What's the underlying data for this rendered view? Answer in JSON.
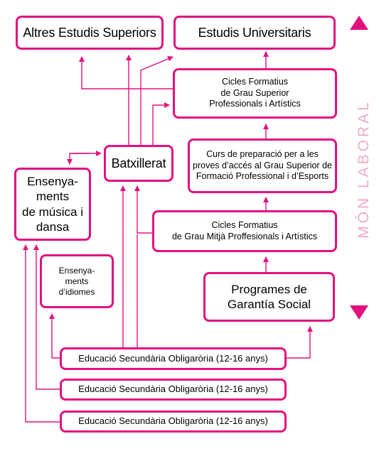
{
  "colors": {
    "accent": "#e3117f",
    "side_label": "#f0a8c8"
  },
  "boxes": {
    "altres": "Altres Estudis Superiors",
    "universitaris": "Estudis Universitaris",
    "cfgs": "Cicles Formatius\nde Grau Superior\nProfessionals i Artístics",
    "curs": "Curs de preparació per a les\nproves d’accés al Grau Superior de\nFormació Professional i d’Esports",
    "batxillerat": "Batxillerat",
    "musica": "Ensenya-\nments\nde música i\ndansa",
    "cfgm": "Cicles Formatius\nde Grau Mitjà Proffesionals i Artístics",
    "idiomes": "Ensenya-\nments\nd’idiomes",
    "garantia": "Programes de\nGarantía Social",
    "eso_1": "Educació Secundària Obligaròria (12-16 anys)",
    "eso_2": "Educació Secundària Obligaròria (12-16 anys)",
    "eso_3": "Educació Secundària Obligaròria (12-16 anys)"
  },
  "side_label": "MÓN LABORAL",
  "icons": {
    "up": "triangle-up-icon",
    "down": "triangle-down-icon"
  }
}
